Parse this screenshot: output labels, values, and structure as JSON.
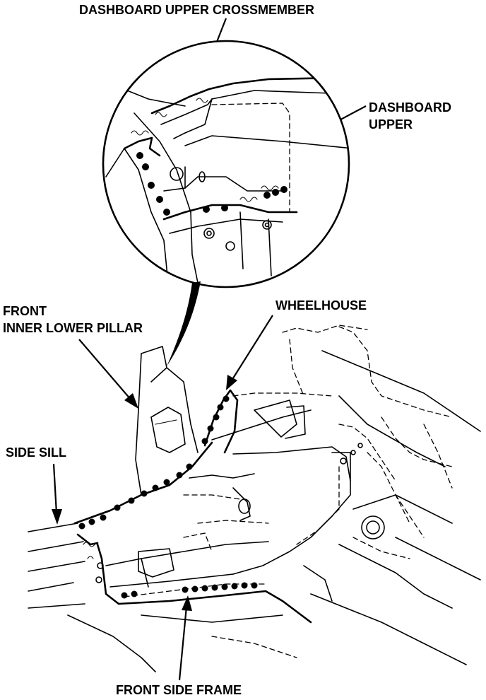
{
  "labels": {
    "dashboard_upper_crossmember": "DASHBOARD UPPER CROSSMEMBER",
    "dashboard_upper_line1": "DASHBOARD",
    "dashboard_upper_line2": "UPPER",
    "front_inner_lower_pillar_line1": "FRONT",
    "front_inner_lower_pillar_line2": "INNER LOWER PILLAR",
    "wheelhouse": "WHEELHOUSE",
    "side_sill": "SIDE SILL",
    "front_side_frame": "FRONT SIDE FRAME"
  },
  "colors": {
    "ink": "#000000",
    "paper": "#ffffff"
  }
}
